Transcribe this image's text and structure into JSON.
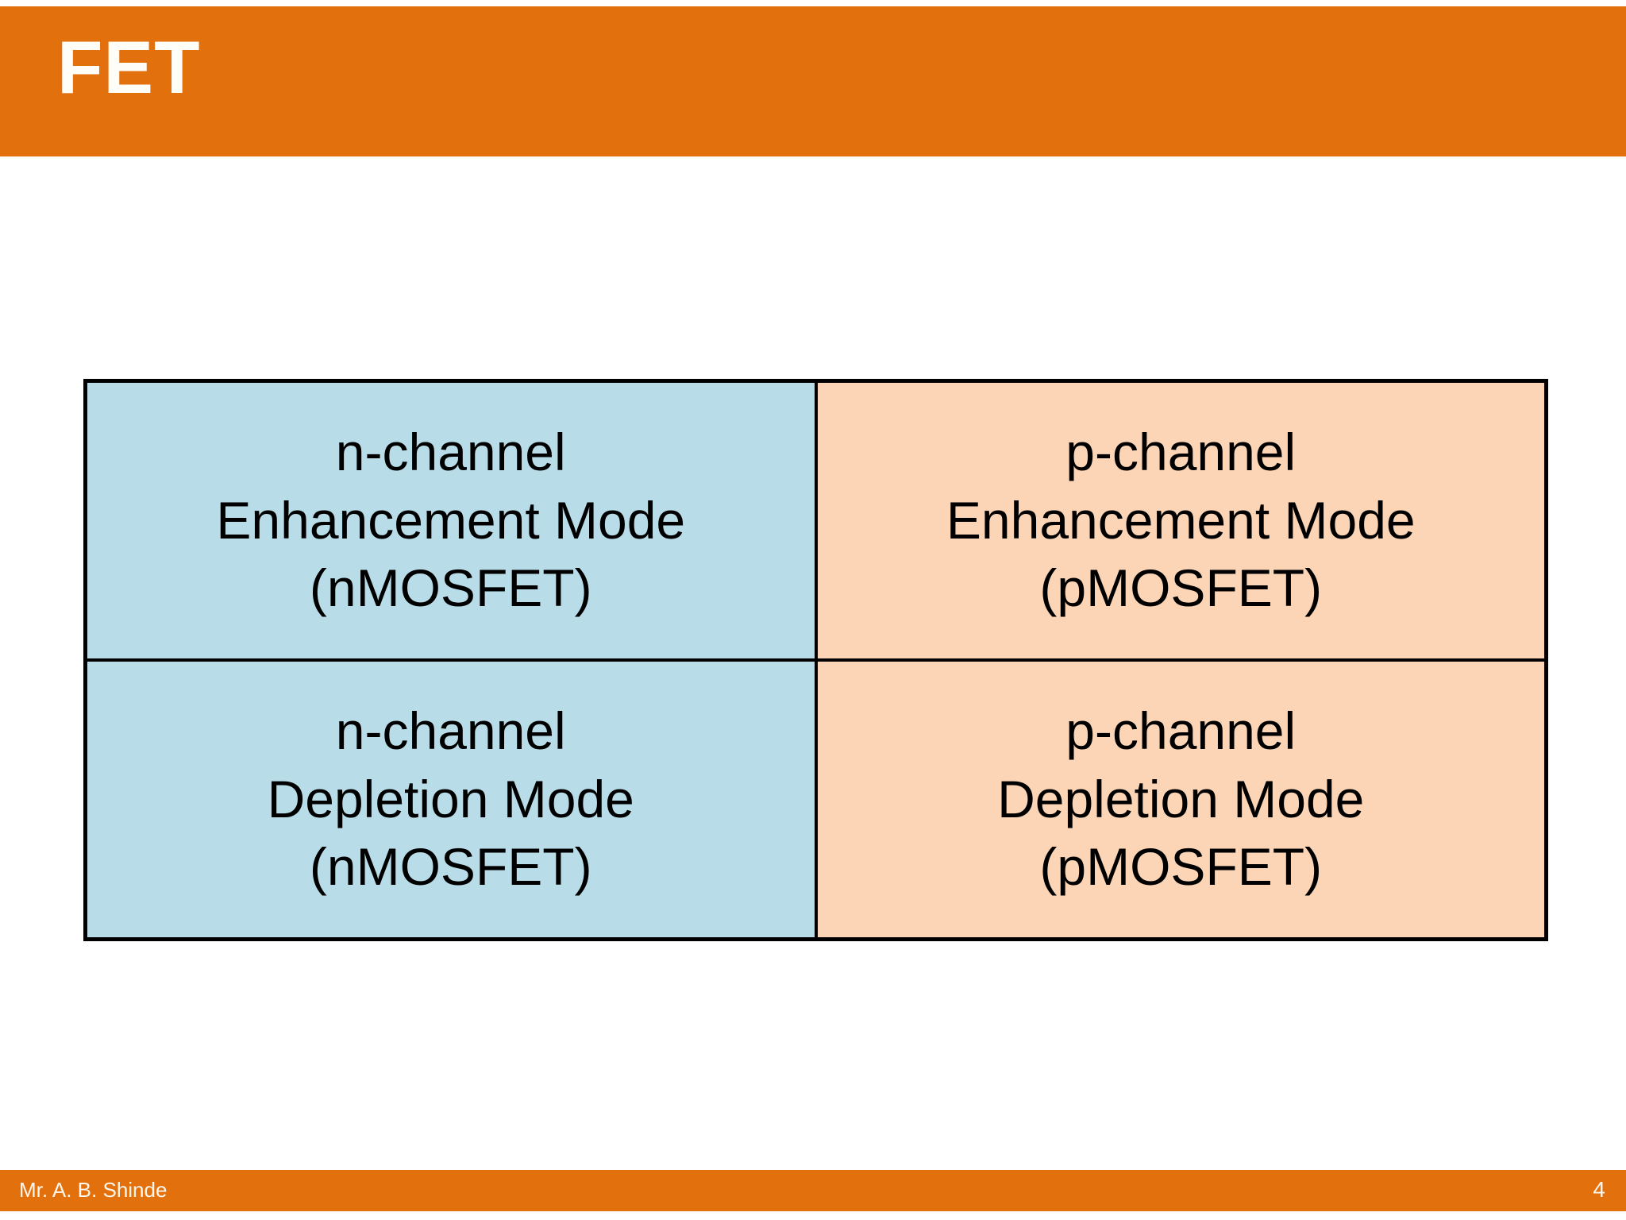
{
  "slide": {
    "title": "FET",
    "background_color": "#ffffff"
  },
  "theme": {
    "accent_color": "#e2700d",
    "title_text_color": "#fffdf8",
    "n_channel_cell_color": "#b8dce8",
    "p_channel_cell_color": "#fbd5b5",
    "table_border_color": "#000000",
    "body_text_color": "#000000"
  },
  "table": {
    "columns": [
      "n-channel",
      "p-channel"
    ],
    "rows": [
      {
        "mode": "Enhancement Mode",
        "cells": [
          {
            "channel": "n-channel",
            "mode": "Enhancement Mode",
            "device": "(nMOSFET)",
            "fill": "#b8dce8"
          },
          {
            "channel": "p-channel",
            "mode": "Enhancement Mode",
            "device": "(pMOSFET)",
            "fill": "#fbd5b5"
          }
        ]
      },
      {
        "mode": "Depletion Mode",
        "cells": [
          {
            "channel": "n-channel",
            "mode": "Depletion Mode",
            "device": "(nMOSFET)",
            "fill": "#b8dce8"
          },
          {
            "channel": "p-channel",
            "mode": "Depletion Mode",
            "device": "(pMOSFET)",
            "fill": "#fbd5b5"
          }
        ]
      }
    ]
  },
  "footer": {
    "author": "Mr. A. B. Shinde",
    "page_number": "4"
  }
}
